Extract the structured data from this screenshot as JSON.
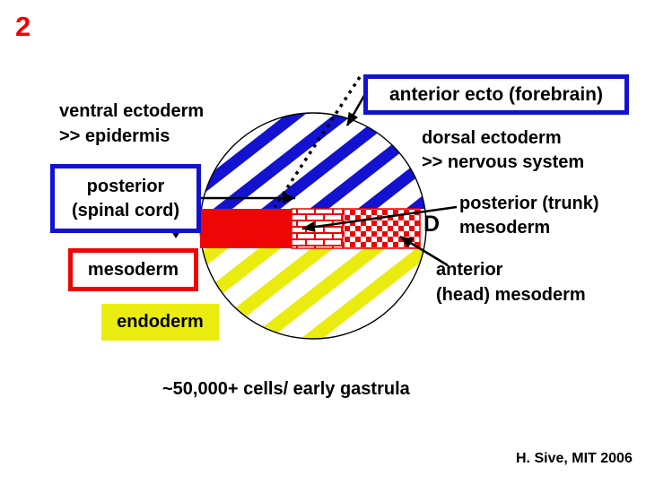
{
  "slide": {
    "number": "2",
    "caption": "~50,000+ cells/ early gastrula",
    "credit": "H. Sive, MIT 2006"
  },
  "colors": {
    "blue": "#1212d0",
    "red": "#ee0505",
    "yellow": "#eaec10",
    "black": "#000000",
    "white": "#ffffff"
  },
  "labels": {
    "ventral_ectoderm_line1": "ventral ectoderm",
    "ventral_ectoderm_line2": ">> epidermis",
    "anterior_ecto_box": "anterior ecto (forebrain)",
    "dorsal_ectoderm_line1": "dorsal ectoderm",
    "dorsal_ectoderm_line2": ">> nervous system",
    "posterior_box_line1": "posterior",
    "posterior_box_line2": "(spinal cord)",
    "posterior_trunk_line1": "posterior (trunk)",
    "posterior_trunk_line2": "mesoderm",
    "dorsal_marker": "D",
    "anterior_head_line1": "anterior",
    "anterior_head_line2": "(head) mesoderm",
    "mesoderm_box": "mesoderm",
    "endoderm_label": "endoderm"
  },
  "diagram": {
    "regions": [
      {
        "name": "ectoderm (animal half)",
        "style": "blue diagonal stripes"
      },
      {
        "name": "mesoderm band posterior (spinal cord)",
        "style": "solid red"
      },
      {
        "name": "mesoderm band posterior (trunk)",
        "style": "red brick pattern"
      },
      {
        "name": "mesoderm band anterior (head)",
        "style": "red checkerboard pattern"
      },
      {
        "name": "endoderm (vegetal half)",
        "style": "yellow diagonal stripes"
      }
    ]
  }
}
